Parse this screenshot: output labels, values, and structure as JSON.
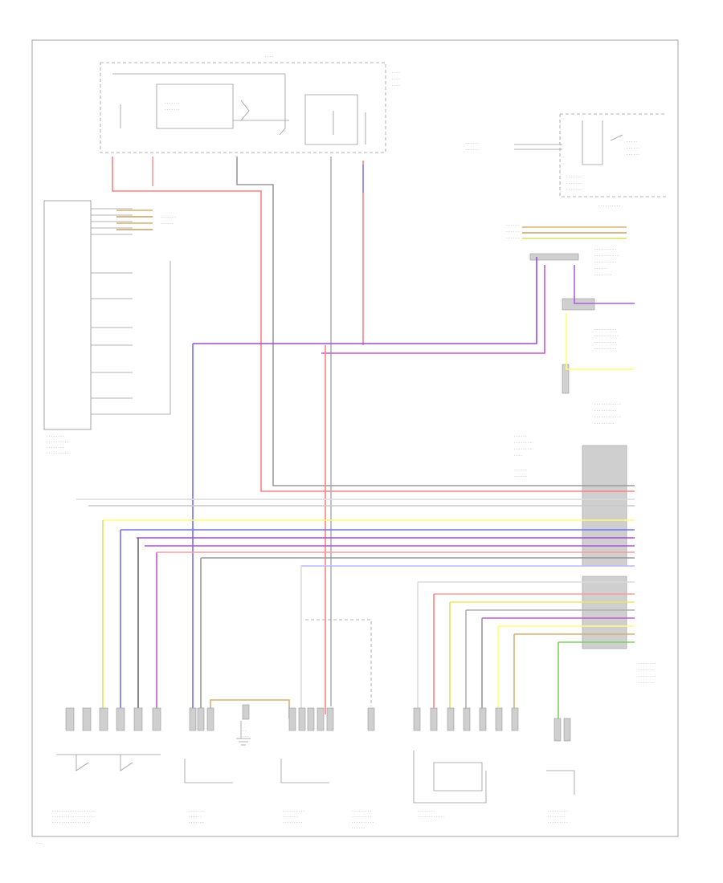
{
  "colors": {
    "red": "#ff6a6a",
    "pink": "#ff9a9a",
    "violet": "#a24ad8",
    "purple": "#c45ad0",
    "blue": "#7070ff",
    "yellow": "#ffff70",
    "yellow_green": "#dfe060",
    "green": "#7fd060",
    "gray": "#a8a8a8",
    "light_gray": "#d8d8d8",
    "black": "#6a6a6a",
    "tan": "#d8b070"
  },
  "icons": {
    "relay": "relay-symbol",
    "switch": "switch-symbol",
    "ground": "ground-symbol",
    "fuse": "fuse-symbol"
  }
}
